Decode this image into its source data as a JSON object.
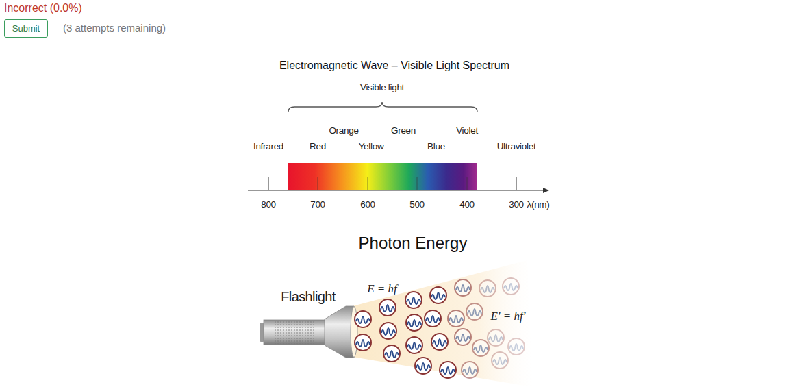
{
  "diagram": {
    "title": "Electromagnetic Wave – Visible Light Spectrum",
    "nodes": [
      {
        "text": [
          "Submit"
        ]
      }
    ],
    "labels": [
      "Incorrect (0.0%)",
      "(3 attempts remaining)",
      "Visible light",
      "Infrared",
      "Red",
      "Orange",
      "Yellow",
      "Green",
      "Blue",
      "Violet",
      "Ultraviolet",
      "800",
      "700",
      "600",
      "500",
      "400",
      "300",
      "λ(nm)",
      "Photon Energy",
      "Flashlight",
      "E = hf",
      "E′ = hf′"
    ]
  }
}
